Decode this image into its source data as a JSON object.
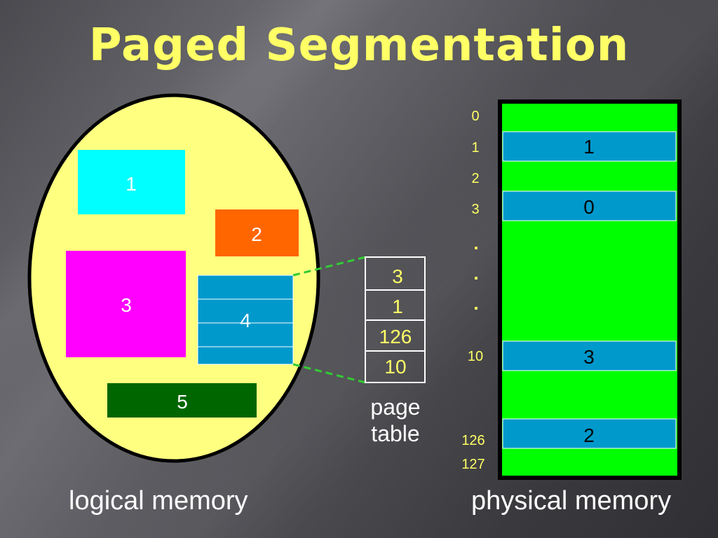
{
  "title": "Paged Segmentation",
  "logical_memory": {
    "caption": "logical memory",
    "segments": [
      {
        "label": "1",
        "color": "#00ffff"
      },
      {
        "label": "2",
        "color": "#ff6600"
      },
      {
        "label": "3",
        "color": "#ff00ff"
      },
      {
        "label": "4",
        "color": "#0099cc"
      },
      {
        "label": "5",
        "color": "#006600"
      }
    ],
    "ellipse_fill": "#ffff80"
  },
  "page_table": {
    "label_line1": "page",
    "label_line2": "table",
    "entries": [
      "3",
      "1",
      "126",
      "10"
    ],
    "text_color": "#ffff66"
  },
  "physical_memory": {
    "caption": "physical memory",
    "frame_color": "#00ff00",
    "page_color": "#0099cc",
    "row_labels": [
      "0",
      "1",
      "2",
      "3",
      ".",
      ".",
      ".",
      "10",
      "126",
      "127"
    ],
    "pages": [
      {
        "frame": "1",
        "label": "1"
      },
      {
        "frame": "3",
        "label": "0"
      },
      {
        "frame": "10",
        "label": "3"
      },
      {
        "frame": "126",
        "label": "2"
      }
    ]
  }
}
